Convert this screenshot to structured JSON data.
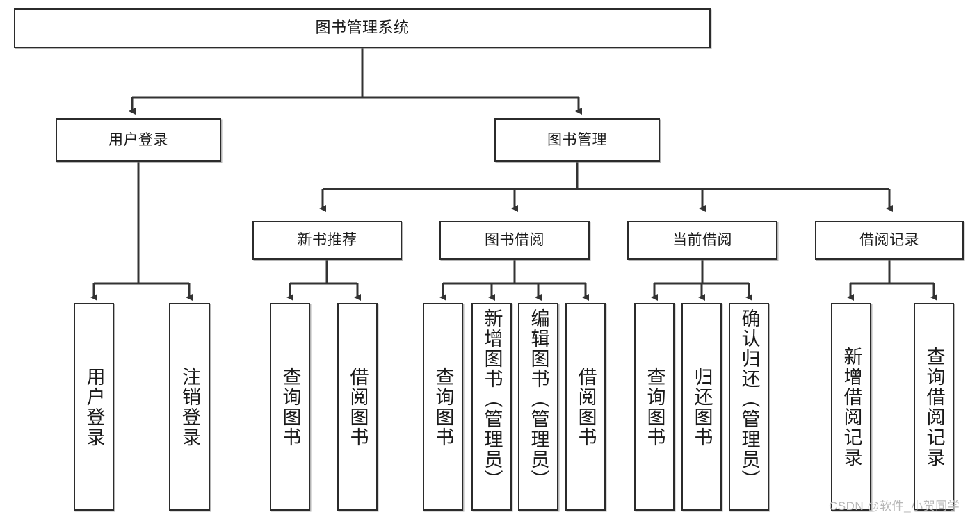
{
  "diagram": {
    "type": "tree-hierarchy",
    "title": "图书管理系统",
    "root": {
      "label": "图书管理系统"
    },
    "level2": [
      {
        "id": "user-login",
        "label": "用户登录"
      },
      {
        "id": "book-management",
        "label": "图书管理"
      }
    ],
    "level3": [
      {
        "id": "new-book-recommend",
        "label": "新书推荐",
        "parent": "book-management"
      },
      {
        "id": "book-borrow",
        "label": "图书借阅",
        "parent": "book-management"
      },
      {
        "id": "current-borrow",
        "label": "当前借阅",
        "parent": "book-management"
      },
      {
        "id": "borrow-record",
        "label": "借阅记录",
        "parent": "book-management"
      }
    ],
    "leaves": [
      {
        "id": "leaf-user-login",
        "label": "用户登录",
        "parent": "user-login"
      },
      {
        "id": "leaf-logout-login",
        "label": "注销登录",
        "parent": "user-login"
      },
      {
        "id": "leaf-query-book-1",
        "label": "查询图书",
        "parent": "new-book-recommend"
      },
      {
        "id": "leaf-borrow-book-1",
        "label": "借阅图书",
        "parent": "new-book-recommend"
      },
      {
        "id": "leaf-query-book-2",
        "label": "查询图书",
        "parent": "book-borrow"
      },
      {
        "id": "leaf-add-book",
        "label": "新增图书（管理员）",
        "parent": "book-borrow"
      },
      {
        "id": "leaf-edit-book",
        "label": "编辑图书（管理员）",
        "parent": "book-borrow"
      },
      {
        "id": "leaf-borrow-book-2",
        "label": "借阅图书",
        "parent": "book-borrow"
      },
      {
        "id": "leaf-query-book-3",
        "label": "查询图书",
        "parent": "current-borrow"
      },
      {
        "id": "leaf-return-book",
        "label": "归还图书",
        "parent": "current-borrow"
      },
      {
        "id": "leaf-confirm-return",
        "label": "确认归还（管理员）",
        "parent": "current-borrow"
      },
      {
        "id": "leaf-add-borrow-record",
        "label": "新增借阅记录",
        "parent": "borrow-record"
      },
      {
        "id": "leaf-query-borrow-record",
        "label": "查询借阅记录",
        "parent": "borrow-record"
      }
    ],
    "watermark": "CSDN @软件_小贺同学",
    "colors": {
      "box_border": "#2b2b2b",
      "box_fill": "#ffffff",
      "connector": "#333333",
      "text": "#1a1a1a",
      "watermark": "#b8b8b8"
    }
  }
}
